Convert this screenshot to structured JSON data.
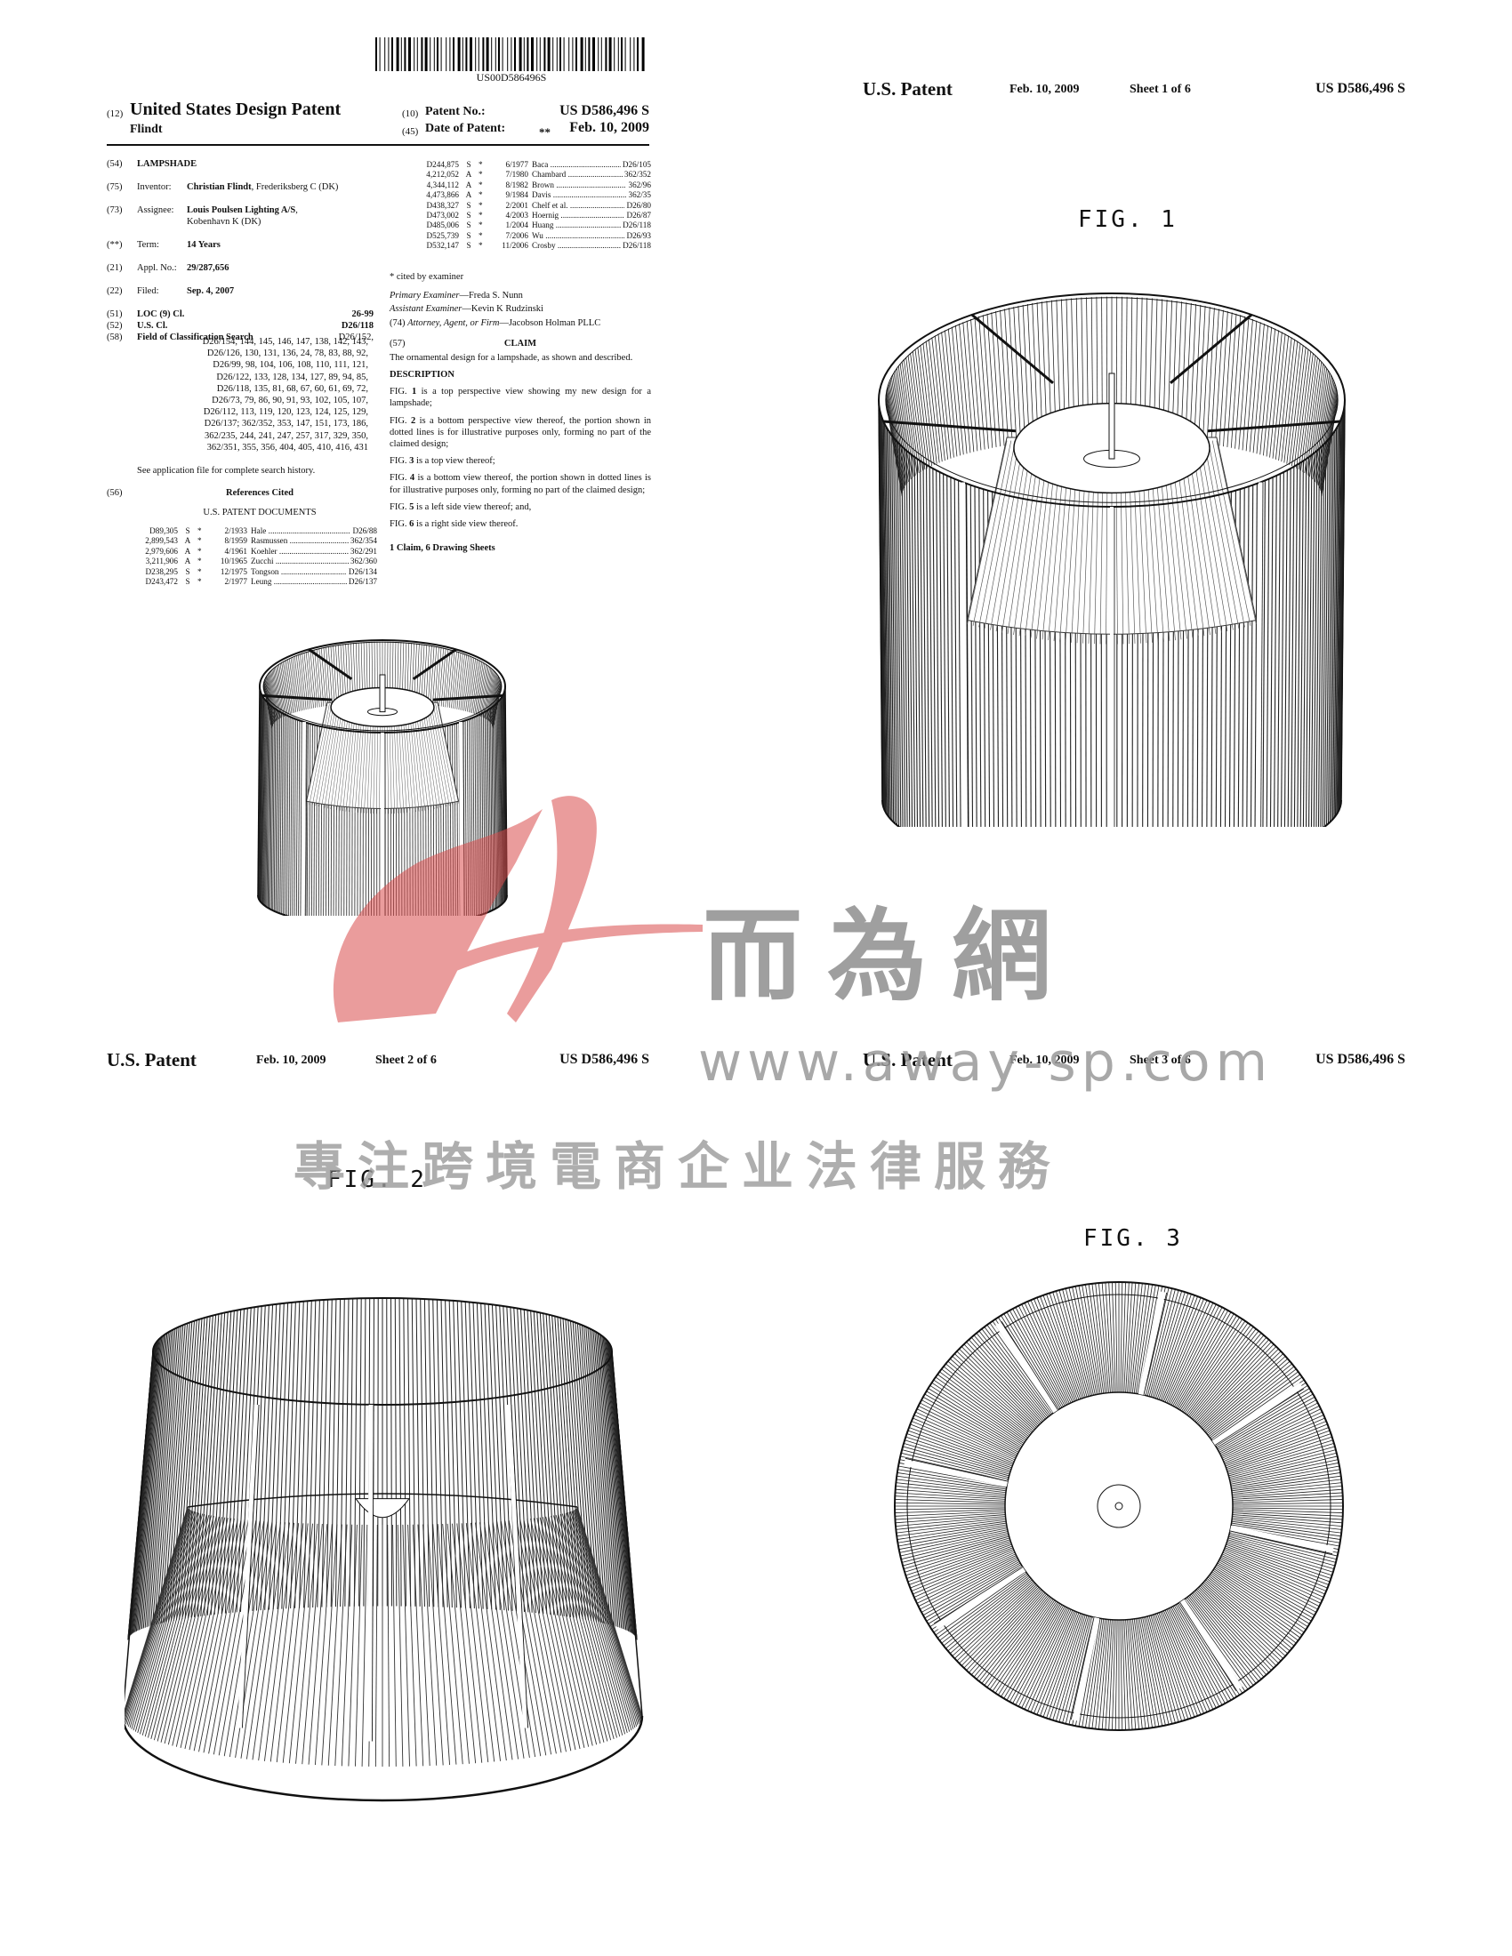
{
  "front": {
    "barcode_text": "US00D586496S",
    "code_12": "(12)",
    "doc_type": "United States Design Patent",
    "inventor_surname": "Flindt",
    "code_10": "(10)",
    "patent_no_label": "Patent No.:",
    "patent_no": "US D586,496 S",
    "code_45": "(45)",
    "date_label": "Date of Patent:",
    "date_stars": "**",
    "date": "Feb. 10, 2009",
    "biblio": [
      {
        "num": "(54)",
        "label": "",
        "value": "LAMPSHADE"
      },
      {
        "num": "(75)",
        "label": "Inventor:",
        "value": "Christian Flindt",
        "extra": ", Frederiksberg C (DK)"
      },
      {
        "num": "(73)",
        "label": "Assignee:",
        "value": "Louis Poulsen Lighting A/S",
        "extra": ",",
        "line2": "Kobenhavn K (DK)"
      },
      {
        "num": "(**)",
        "label": "Term:",
        "value": "14 Years"
      },
      {
        "num": "(21)",
        "label": "Appl. No.:",
        "value": "29/287,656"
      },
      {
        "num": "(22)",
        "label": "Filed:",
        "value": "Sep. 4, 2007"
      }
    ],
    "loc": {
      "num": "(51)",
      "label": "LOC (9) Cl.",
      "value": "26-99"
    },
    "us_cl": {
      "num": "(52)",
      "label": "U.S. Cl.",
      "value": "D26/118"
    },
    "field": {
      "num": "(58)",
      "label": "Field of Classification Search",
      "value": "D26/152,"
    },
    "field_lines": [
      "D26/154, 144, 145, 146, 147, 138, 142, 143,",
      "D26/126, 130, 131, 136, 24, 78, 83, 88, 92,",
      "D26/99, 98, 104, 106, 108, 110, 111, 121,",
      "D26/122, 133, 128, 134, 127, 89, 94, 85,",
      "D26/118, 135, 81, 68, 67, 60, 61, 69, 72,",
      "D26/73, 79, 86, 90, 91, 93, 102, 105, 107,",
      "D26/112, 113, 119, 120, 123, 124, 125, 129,",
      "D26/137; 362/352, 353, 147, 151, 173, 186,",
      "362/235, 244, 241, 247, 257, 317, 329, 350,",
      "362/351, 355, 356, 404, 405, 410, 416, 431"
    ],
    "see_app": "See application file for complete search history.",
    "refs_num": "(56)",
    "refs_title": "References Cited",
    "refs_sub": "U.S. PATENT DOCUMENTS",
    "refs_left": [
      {
        "no": "D89,305",
        "k": "S",
        "s": "*",
        "date": "2/1933",
        "name": "Hale",
        "cl": "D26/88"
      },
      {
        "no": "2,899,543",
        "k": "A",
        "s": "*",
        "date": "8/1959",
        "name": "Rasmussen",
        "cl": "362/354"
      },
      {
        "no": "2,979,606",
        "k": "A",
        "s": "*",
        "date": "4/1961",
        "name": "Koehler",
        "cl": "362/291"
      },
      {
        "no": "3,211,906",
        "k": "A",
        "s": "*",
        "date": "10/1965",
        "name": "Zucchi",
        "cl": "362/360"
      },
      {
        "no": "D238,295",
        "k": "S",
        "s": "*",
        "date": "12/1975",
        "name": "Tongson",
        "cl": "D26/134"
      },
      {
        "no": "D243,472",
        "k": "S",
        "s": "*",
        "date": "2/1977",
        "name": "Leung",
        "cl": "D26/137"
      }
    ],
    "refs_right": [
      {
        "no": "D244,875",
        "k": "S",
        "s": "*",
        "date": "6/1977",
        "name": "Baca",
        "cl": "D26/105"
      },
      {
        "no": "4,212,052",
        "k": "A",
        "s": "*",
        "date": "7/1980",
        "name": "Chambard",
        "cl": "362/352"
      },
      {
        "no": "4,344,112",
        "k": "A",
        "s": "*",
        "date": "8/1982",
        "name": "Brown",
        "cl": "362/96"
      },
      {
        "no": "4,473,866",
        "k": "A",
        "s": "*",
        "date": "9/1984",
        "name": "Davis",
        "cl": "362/35"
      },
      {
        "no": "D438,327",
        "k": "S",
        "s": "*",
        "date": "2/2001",
        "name": "Chelf et al.",
        "cl": "D26/80"
      },
      {
        "no": "D473,002",
        "k": "S",
        "s": "*",
        "date": "4/2003",
        "name": "Hoernig",
        "cl": "D26/87"
      },
      {
        "no": "D485,006",
        "k": "S",
        "s": "*",
        "date": "1/2004",
        "name": "Huang",
        "cl": "D26/118"
      },
      {
        "no": "D525,739",
        "k": "S",
        "s": "*",
        "date": "7/2006",
        "name": "Wu",
        "cl": "D26/93"
      },
      {
        "no": "D532,147",
        "k": "S",
        "s": "*",
        "date": "11/2006",
        "name": "Crosby",
        "cl": "D26/118"
      }
    ],
    "cited": "* cited by examiner",
    "primary_label": "Primary Examiner",
    "primary": "—Freda S. Nunn",
    "assistant_label": "Assistant Examiner",
    "assistant": "—Kevin K Rudzinski",
    "attorney_num": "(74)",
    "attorney_label": "Attorney, Agent, or Firm",
    "attorney": "—Jacobson Holman PLLC",
    "claim_num": "(57)",
    "claim_title": "CLAIM",
    "claim_text": "The ornamental design for a lampshade, as shown and described.",
    "desc_title": "DESCRIPTION",
    "desc": [
      {
        "pre": "FIG. ",
        "n": "1",
        "t": " is a top perspective view showing my new design for a lampshade;"
      },
      {
        "pre": "FIG. ",
        "n": "2",
        "t": " is a bottom perspective view thereof, the portion shown in dotted lines is for illustrative purposes only, forming no part of the claimed design;"
      },
      {
        "pre": "FIG. ",
        "n": "3",
        "t": " is a top view thereof;"
      },
      {
        "pre": "FIG. ",
        "n": "4",
        "t": " is a bottom view thereof, the portion shown in dotted lines is for illustrative purposes only, forming no part of the claimed design;"
      },
      {
        "pre": "FIG. ",
        "n": "5",
        "t": " is a left side view thereof; and,"
      },
      {
        "pre": "FIG. ",
        "n": "6",
        "t": " is a right side view thereof."
      }
    ],
    "claims_summary": "1 Claim, 6 Drawing Sheets"
  },
  "sheets": [
    {
      "us": "U.S. Patent",
      "date": "Feb. 10, 2009",
      "sheet": "Sheet 1 of 6",
      "patent_no": "US D586,496 S",
      "fig": "FIG. 1"
    },
    {
      "us": "U.S. Patent",
      "date": "Feb. 10, 2009",
      "sheet": "Sheet 2 of 6",
      "patent_no": "US D586,496 S",
      "fig": "FIG. 2"
    },
    {
      "us": "U.S. Patent",
      "date": "Feb. 10, 2009",
      "sheet": "Sheet 3 of 6",
      "patent_no": "US D586,496 S",
      "fig": "FIG. 3"
    }
  ],
  "watermark": {
    "chars": "而為網",
    "url": "www.away-sp.com",
    "subtitle": "專注跨境電商企业法律服務",
    "logo_color": "#d94b4b"
  }
}
